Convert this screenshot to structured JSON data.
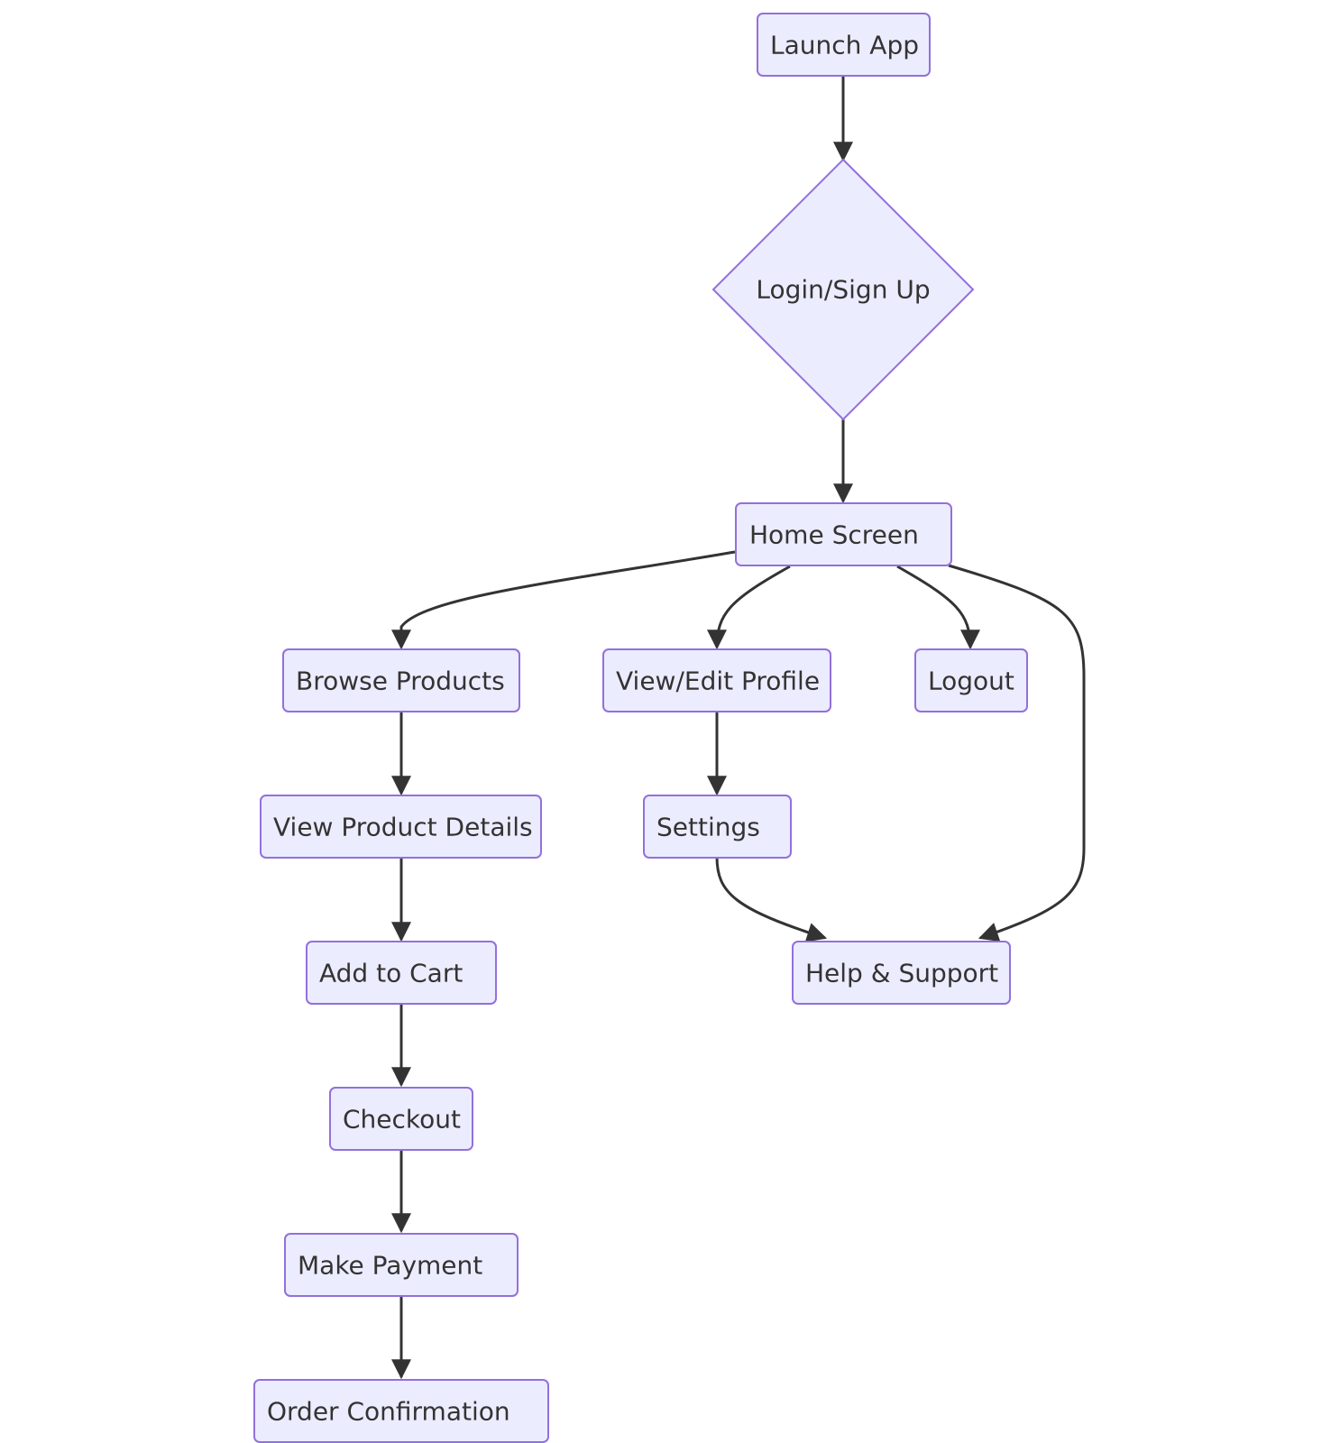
{
  "diagram": {
    "type": "flowchart",
    "colors": {
      "node_fill": "#ececff",
      "node_border": "#9370db",
      "edge": "#333333",
      "text": "#333333",
      "background": "#ffffff"
    },
    "nodes": {
      "launch_app": {
        "label": "Launch App",
        "shape": "rounded-rect"
      },
      "login_signup": {
        "label": "Login/Sign Up",
        "shape": "diamond"
      },
      "home_screen": {
        "label": "Home Screen",
        "shape": "rounded-rect"
      },
      "browse_products": {
        "label": "Browse Products",
        "shape": "rounded-rect"
      },
      "view_edit_profile": {
        "label": "View/Edit Profile",
        "shape": "rounded-rect"
      },
      "logout": {
        "label": "Logout",
        "shape": "rounded-rect"
      },
      "view_product_details": {
        "label": "View Product Details",
        "shape": "rounded-rect"
      },
      "settings": {
        "label": "Settings",
        "shape": "rounded-rect"
      },
      "add_to_cart": {
        "label": "Add to Cart",
        "shape": "rounded-rect"
      },
      "help_support": {
        "label": "Help & Support",
        "shape": "rounded-rect"
      },
      "checkout": {
        "label": "Checkout",
        "shape": "rounded-rect"
      },
      "make_payment": {
        "label": "Make Payment",
        "shape": "rounded-rect"
      },
      "order_confirmation": {
        "label": "Order Confirmation",
        "shape": "rounded-rect"
      }
    },
    "edges": [
      {
        "from": "launch_app",
        "to": "login_signup"
      },
      {
        "from": "login_signup",
        "to": "home_screen"
      },
      {
        "from": "home_screen",
        "to": "browse_products"
      },
      {
        "from": "home_screen",
        "to": "view_edit_profile"
      },
      {
        "from": "home_screen",
        "to": "logout"
      },
      {
        "from": "home_screen",
        "to": "help_support"
      },
      {
        "from": "browse_products",
        "to": "view_product_details"
      },
      {
        "from": "view_edit_profile",
        "to": "settings"
      },
      {
        "from": "view_product_details",
        "to": "add_to_cart"
      },
      {
        "from": "settings",
        "to": "help_support"
      },
      {
        "from": "add_to_cart",
        "to": "checkout"
      },
      {
        "from": "checkout",
        "to": "make_payment"
      },
      {
        "from": "make_payment",
        "to": "order_confirmation"
      }
    ]
  }
}
